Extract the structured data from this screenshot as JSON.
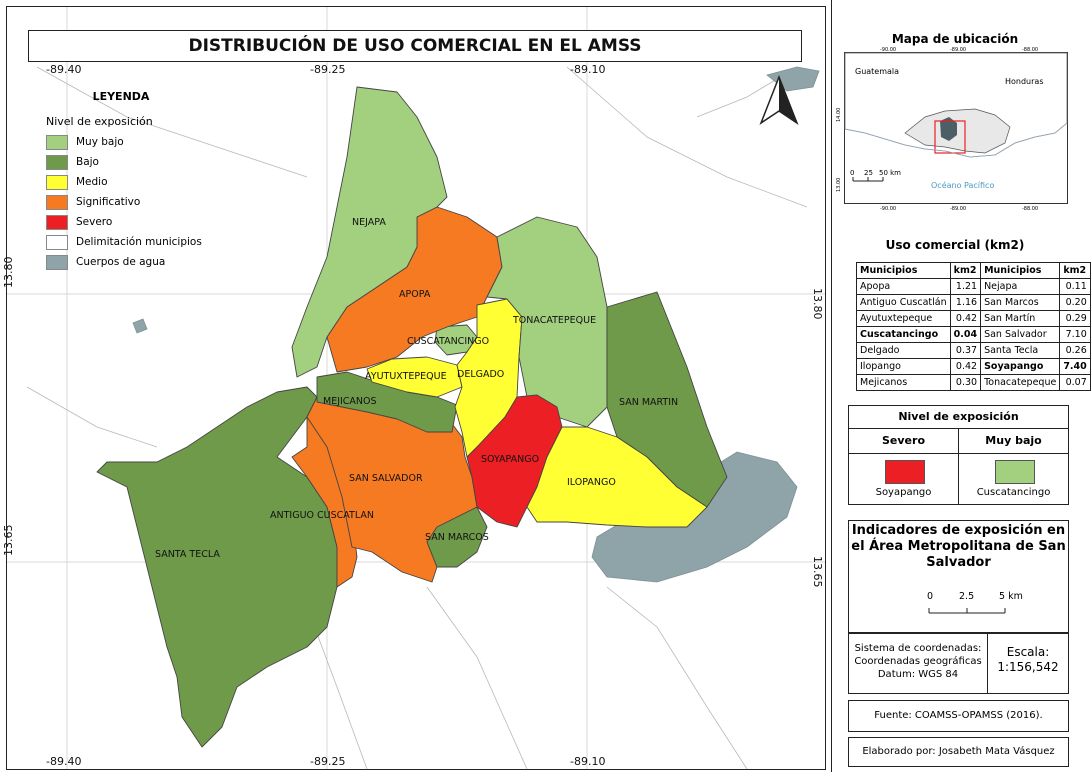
{
  "map": {
    "title": "DISTRIBUCIÓN DE USO COMERCIAL EN EL AMSS",
    "x_ticks": [
      "-89.40",
      "-89.25",
      "-89.10"
    ],
    "y_ticks": [
      "13.80",
      "13.65"
    ],
    "municipalities": [
      {
        "name": "NEJAPA",
        "level": "muy_bajo"
      },
      {
        "name": "APOPA",
        "level": "significativo"
      },
      {
        "name": "TONACATEPEQUE",
        "level": "muy_bajo"
      },
      {
        "name": "CUSCATANCINGO",
        "level": "muy_bajo"
      },
      {
        "name": "AYUTUXTEPEQUE",
        "level": "medio"
      },
      {
        "name": "DELGADO",
        "level": "medio"
      },
      {
        "name": "MEJICANOS",
        "level": "bajo"
      },
      {
        "name": "SAN MARTIN",
        "level": "bajo"
      },
      {
        "name": "SOYAPANGO",
        "level": "severo"
      },
      {
        "name": "ILOPANGO",
        "level": "medio"
      },
      {
        "name": "SAN SALVADOR",
        "level": "significativo"
      },
      {
        "name": "ANTIGUO CUSCATLAN",
        "level": "significativo"
      },
      {
        "name": "SAN MARCOS",
        "level": "bajo"
      },
      {
        "name": "SANTA TECLA",
        "level": "bajo"
      }
    ]
  },
  "legend": {
    "title": "LEYENDA",
    "subtitle": "Nivel de exposición",
    "items": [
      {
        "label": "Muy bajo",
        "color": "#a3d07f"
      },
      {
        "label": "Bajo",
        "color": "#6f9a4a"
      },
      {
        "label": "Medio",
        "color": "#ffff33"
      },
      {
        "label": "Significativo",
        "color": "#f57a22"
      },
      {
        "label": "Severo",
        "color": "#ec2024"
      },
      {
        "label": "Delimitación municipios",
        "color": "#ffffff"
      },
      {
        "label": "Cuerpos de agua",
        "color": "#8ea4a9"
      }
    ]
  },
  "inset": {
    "title": "Mapa de ubicación",
    "top_ticks": [
      "-90.00",
      "-89.00",
      "-88.00"
    ],
    "bottom_ticks": [
      "-90.00",
      "-89.00",
      "-88.00"
    ],
    "left_ticks": [
      "14.00",
      "13.00"
    ],
    "labels": {
      "guatemala": "Guatemala",
      "honduras": "Honduras",
      "ocean": "Océano Pacífico"
    },
    "scale": [
      "0",
      "25",
      "50 km"
    ]
  },
  "table": {
    "title": "Uso comercial (km2)",
    "headers": [
      "Municipios",
      "km2",
      "Municipios",
      "km2"
    ],
    "rows": [
      {
        "m1": "Apopa",
        "v1": "1.21",
        "m2": "Nejapa",
        "v2": "0.11"
      },
      {
        "m1": "Antiguo Cuscatlán",
        "v1": "1.16",
        "m2": "San Marcos",
        "v2": "0.20"
      },
      {
        "m1": "Ayutuxtepeque",
        "v1": "0.42",
        "m2": "San Martín",
        "v2": "0.29"
      },
      {
        "m1": "Cuscatancingo",
        "v1": "0.04",
        "m2": "San Salvador",
        "v2": "7.10"
      },
      {
        "m1": "Delgado",
        "v1": "0.37",
        "m2": "Santa Tecla",
        "v2": "0.26"
      },
      {
        "m1": "Ilopango",
        "v1": "0.42",
        "m2": "Soyapango",
        "v2": "7.40"
      },
      {
        "m1": "Mejicanos",
        "v1": "0.30",
        "m2": "Tonacatepeque",
        "v2": "0.07"
      }
    ]
  },
  "exposure": {
    "title": "Nivel de exposición",
    "severe_label": "Severo",
    "severe_color": "#ec2024",
    "severe_muni": "Soyapango",
    "low_label": "Muy bajo",
    "low_color": "#a3d07f",
    "low_muni": "Cuscatancingo"
  },
  "indicators": {
    "title": "Indicadores de exposición en el Área Metropolitana de San Salvador"
  },
  "scalebar": [
    "0",
    "2.5",
    "5 km"
  ],
  "coords": {
    "system_lines": [
      "Sistema de coordenadas:",
      "Coordenadas geográficas",
      "Datum: WGS 84"
    ],
    "scale_label": "Escala:",
    "scale_value": "1:156,542"
  },
  "source": "Fuente: COAMSS-OPAMSS (2016).",
  "author": "Elaborado por: Josabeth Mata Vásquez"
}
